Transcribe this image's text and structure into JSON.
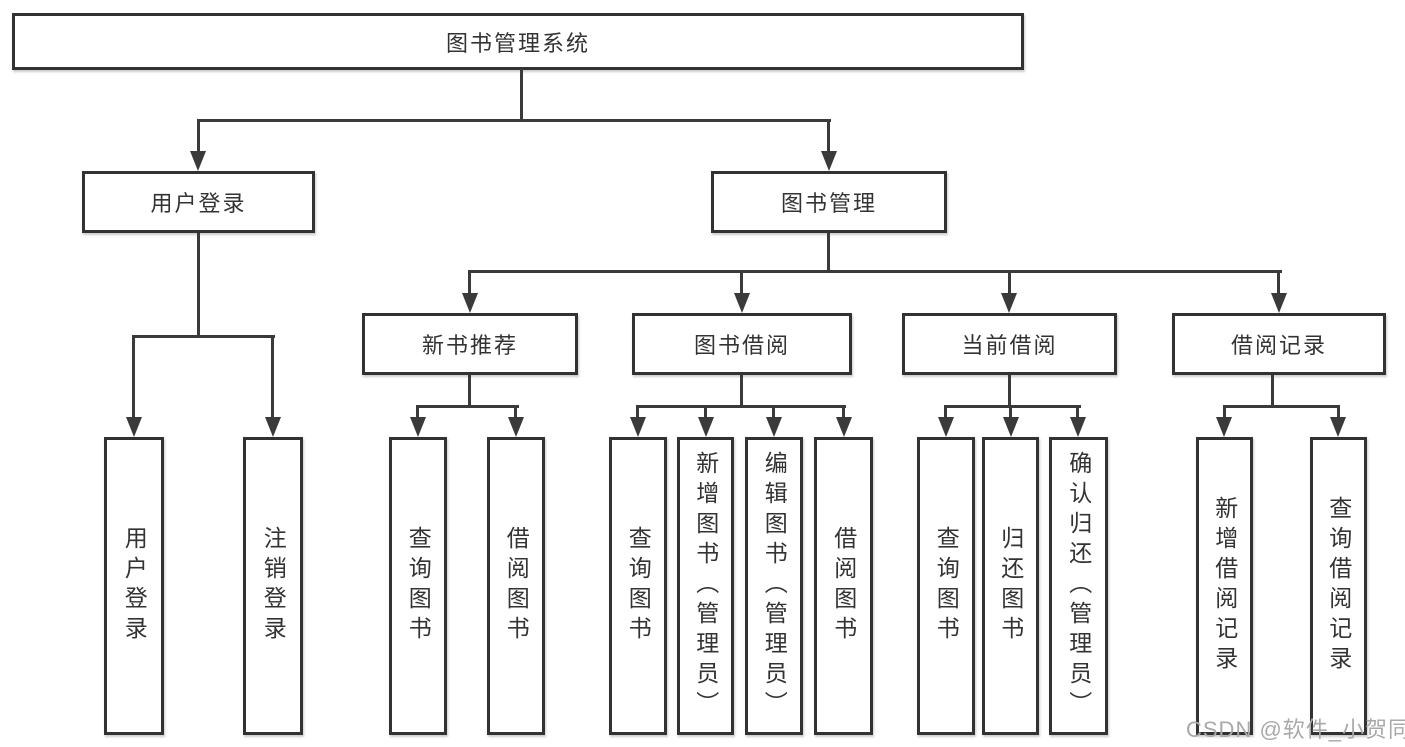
{
  "nodes": {
    "root": "图书管理系统",
    "user_login": "用户登录",
    "book_mgmt": "图书管理",
    "new_book_rec": "新书推荐",
    "book_borrow": "图书借阅",
    "current_borrow": "当前借阅",
    "borrow_records": "借阅记录",
    "ul_login": "用户登录",
    "ul_logout": "注销登录",
    "nr_query": "查询图书",
    "nr_borrow": "借阅图书",
    "bb_query": "查询图书",
    "bb_add": "新增图书（管理员）",
    "bb_edit": "编辑图书（管理员）",
    "bb_borrow": "借阅图书",
    "cb_query": "查询图书",
    "cb_return": "归还图书",
    "cb_confirm": "确认归还（管理员）",
    "br_add": "新增借阅记录",
    "br_query": "查询借阅记录"
  },
  "watermark": {
    "text": "CSDN @软件_小贺同学"
  },
  "colors": {
    "line": "#3a3a3a",
    "box_border": "#323232",
    "text": "#333333",
    "background": "#ffffff",
    "watermark": "#a9a9a9"
  }
}
